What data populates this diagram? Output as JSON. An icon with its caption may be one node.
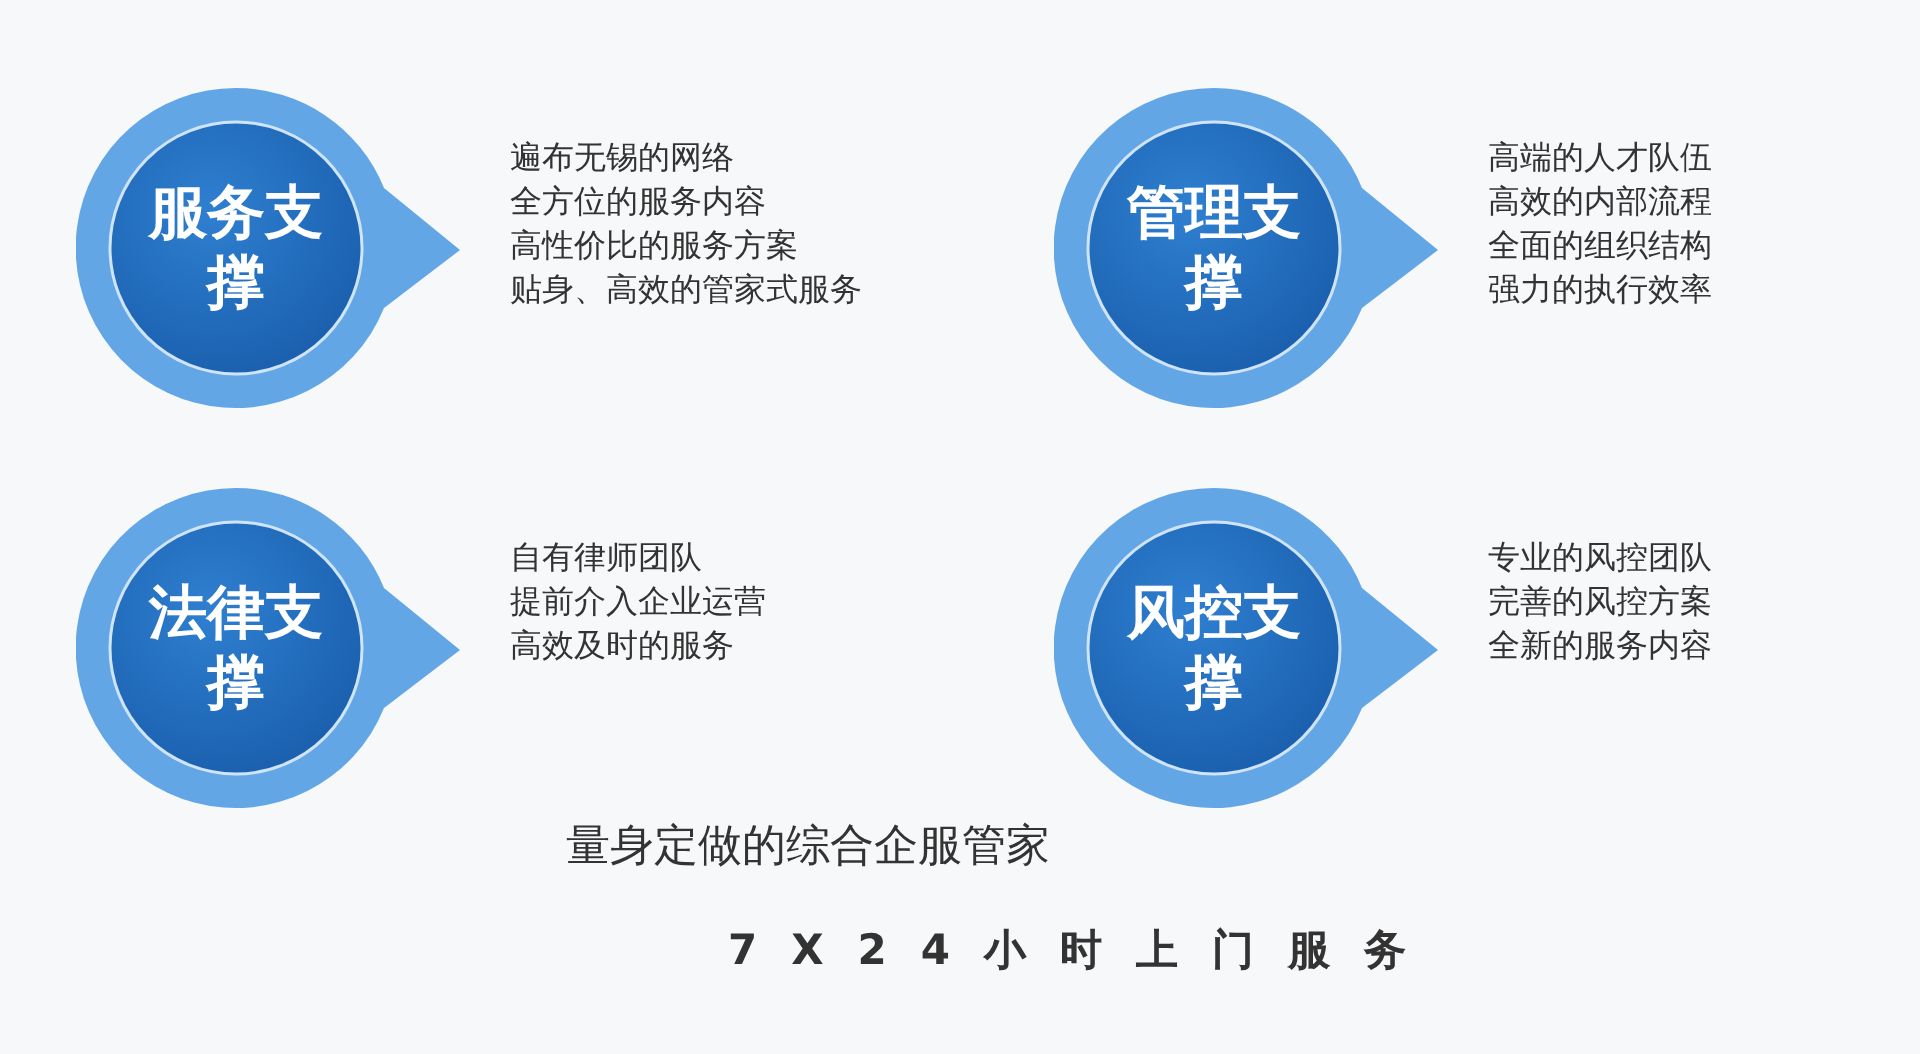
{
  "diagram": {
    "nodes": [
      {
        "text": [
          "服务支撑"
        ],
        "beside": [
          "遍布无锡的网络",
          "全方位的服务内容",
          "高性价比的服务方案",
          "贴身、高效的管家式服务"
        ]
      },
      {
        "text": [
          "管理支撑"
        ],
        "beside": [
          "高端的人才队伍",
          "高效的内部流程",
          "全面的组织结构",
          "强力的执行效率"
        ]
      },
      {
        "text": [
          "法律支撑"
        ],
        "beside": [
          "自有律师团队",
          "提前介入企业运营",
          "高效及时的服务"
        ]
      },
      {
        "text": [
          "风控支撑"
        ],
        "beside": [
          "专业的风控团队",
          "完善的风控方案",
          "全新的服务内容"
        ]
      }
    ],
    "labels": [
      "量身定做的综合企服管家",
      "7X24小时上门服务"
    ]
  }
}
